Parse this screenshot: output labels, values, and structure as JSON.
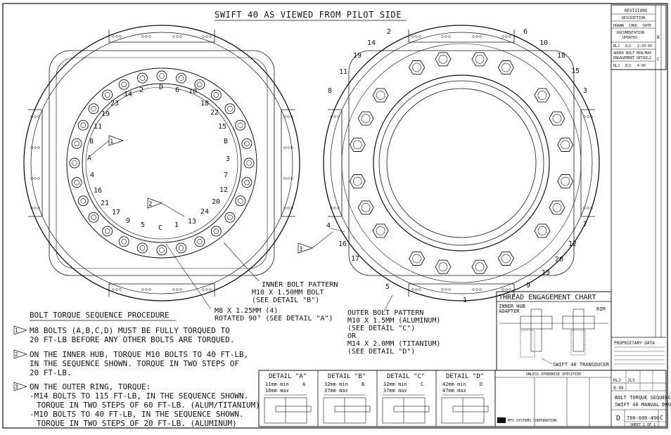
{
  "title": "SWIFT 40 AS VIEWED FROM PILOT SIDE",
  "left_view": {
    "inner_labels": [
      "14",
      "2",
      "D",
      "6",
      "10",
      "18",
      "22",
      "23",
      "19",
      "11",
      "8",
      "A",
      "4",
      "16",
      "21",
      "17",
      "9",
      "5",
      "C",
      "1",
      "13",
      "24",
      "20",
      "12",
      "7",
      "3",
      "B",
      "15"
    ],
    "callout_1": "1",
    "callout_2": "2"
  },
  "right_view": {
    "outer_labels": [
      "2",
      "6",
      "10",
      "14",
      "19",
      "11",
      "8",
      "15",
      "3",
      "18",
      "4",
      "16",
      "17",
      "5",
      "9",
      "13",
      "20",
      "12",
      "7",
      "1"
    ],
    "callout_3": "3"
  },
  "notes": {
    "inner_bolt": [
      "INNER BOLT PATTERN",
      "M10 X 1.50MM BOLT",
      "(SEE DETAIL \"B\")"
    ],
    "m8": [
      "M8 X 1.25MM (4)",
      "ROTATED 90° (SEE DETAIL \"A\")"
    ],
    "outer_bolt": [
      "OUTER BOLT PATTERN",
      "M10 X 1.5MM (ALUMINUM)",
      "(SEE DETAIL \"C\")",
      "OR",
      "M14 X 2.0MM (TITANIUM)",
      "(SEE DETAIL \"D\")"
    ]
  },
  "procedure": {
    "heading": "BOLT TORQUE SEQUENCE PROCEDURE",
    "step1": [
      "M8 BOLTS (A,B,C,D) MUST BE FULLY TORQUED TO",
      "20 FT-LB BEFORE ANY OTHER BOLTS ARE TORQUED."
    ],
    "step2": [
      "ON THE INNER HUB, TORQUE M10 BOLTS TO 40 FT-LB,",
      "IN THE SEQUENCE SHOWN. TORQUE IN TWO STEPS OF",
      "20 FT-LB."
    ],
    "step3": [
      "ON THE OUTER RING, TORQUE:",
      "-M14 BOLTS TO 115 FT-LB, IN THE SEQUENCE SHOWN.",
      "TORQUE IN TWO STEPS OF 60 FT-LB. (ALUM/TITANIUM)",
      "-M10 BOLTS TO 40 FT-LB, IN THE SEQUENCE SHOWN.",
      "TORQUE IN TWO STEPS OF 20 FT-LB. (ALUMINUM)"
    ]
  },
  "thread_chart": {
    "title": "THREAD ENGAGEMENT CHART",
    "inner_hub": [
      "INNER HUB",
      "ADAPTER"
    ],
    "rim": "RIM",
    "transducer": "SWIFT 40 TRANSDUCER"
  },
  "details": [
    {
      "title": "DETAIL \"A\"",
      "l1": "11mm min",
      "l2": "16mm max",
      "letter": "A"
    },
    {
      "title": "DETAIL \"B\"",
      "l1": "32mm min",
      "l2": "37mm max",
      "letter": "B"
    },
    {
      "title": "DETAIL \"C\"",
      "l1": "32mm min",
      "l2": "37mm max",
      "letter": "C"
    },
    {
      "title": "DETAIL \"D\"",
      "l1": "42mm min",
      "l2": "47mm max",
      "letter": "D"
    }
  ],
  "revisions": {
    "title": "REVISIONS",
    "desc": "DESCRIPTION",
    "cols": [
      "DRAWN",
      "CHKD",
      "DATE"
    ],
    "rev1": [
      "DOCUMENTATION",
      "UPDATES"
    ],
    "rev1_row": [
      "RLJ",
      "JLS",
      "2-29-00"
    ],
    "rev1_letter": "B",
    "rev2": [
      "ADDED BOLT MIN/MAX",
      "ENGAGEMENT DETAILS"
    ],
    "rev2_row": [
      "RLJ",
      "JLS",
      "4-00"
    ],
    "rev2_letter": "C"
  },
  "title_block": {
    "unless": "UNLESS OTHERWISE SPECIFIED",
    "proprietary": "PROPRIETARY DATA",
    "drawing_title": [
      "BOLT TORQUE SEQUENCE-",
      "SWIFT 40 MANUAL DWG."
    ],
    "size": "D",
    "number": "700-000-496",
    "rev": "C",
    "company": "MTS SYSTEMS CORPORATION",
    "sheet": "SHEET 1 OF 1",
    "drawn": "RLJ",
    "chkd": "JLS",
    "date": "8-99"
  }
}
